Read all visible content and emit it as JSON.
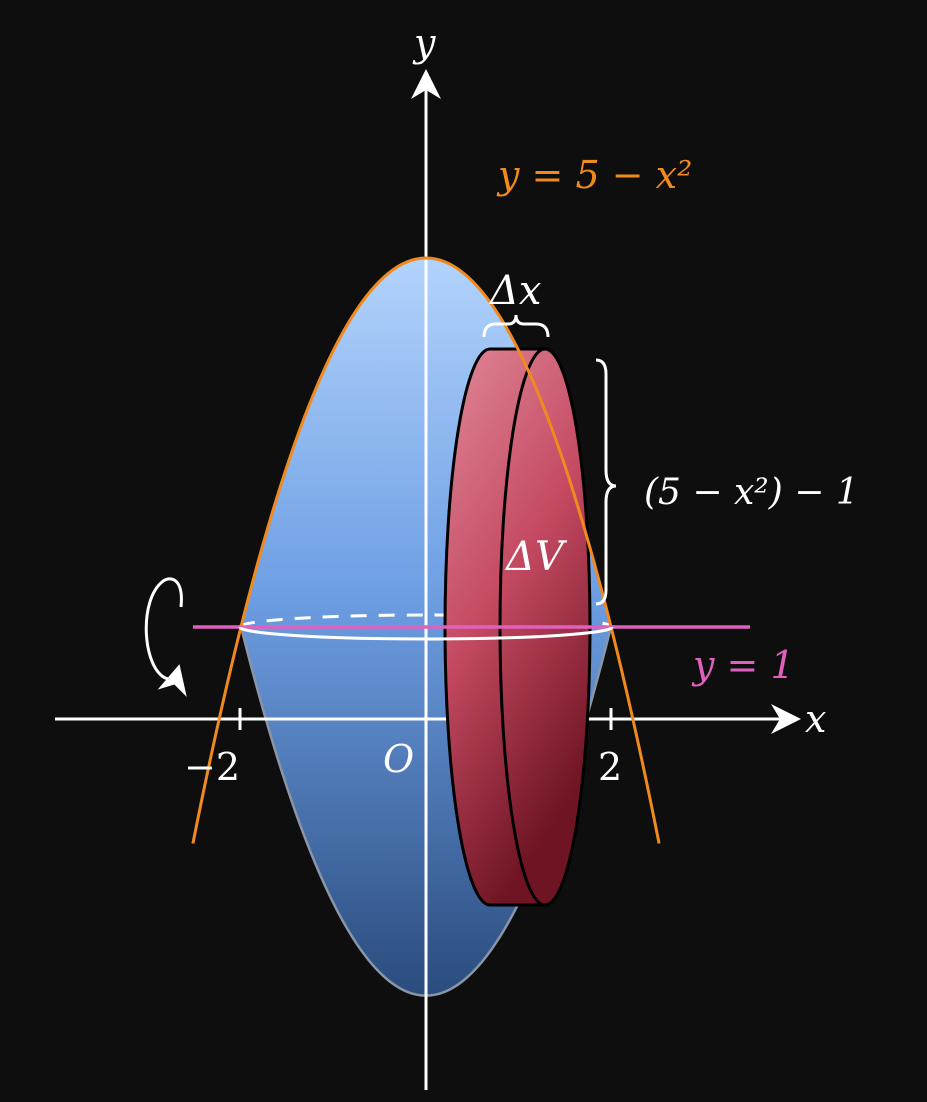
{
  "labels": {
    "y_axis": "y",
    "x_axis": "x",
    "origin": "O",
    "tick_neg2": "−2",
    "tick_2": "2",
    "curve": "y = 5 − x²",
    "line": "y = 1",
    "delta_x": "Δx",
    "delta_v": "ΔV",
    "height": "(5 − x²) − 1"
  },
  "colors": {
    "background": "#0e0e0e",
    "curve": "#f08a1e",
    "line": "#e060c0",
    "solid_top": "#a8ccfa",
    "solid_bottom": "#2c4f82",
    "disk_light": "#dc7488",
    "disk_dark": "#7a1222",
    "axis": "#ffffff"
  },
  "icons": [
    "rotation-arrow-icon"
  ]
}
